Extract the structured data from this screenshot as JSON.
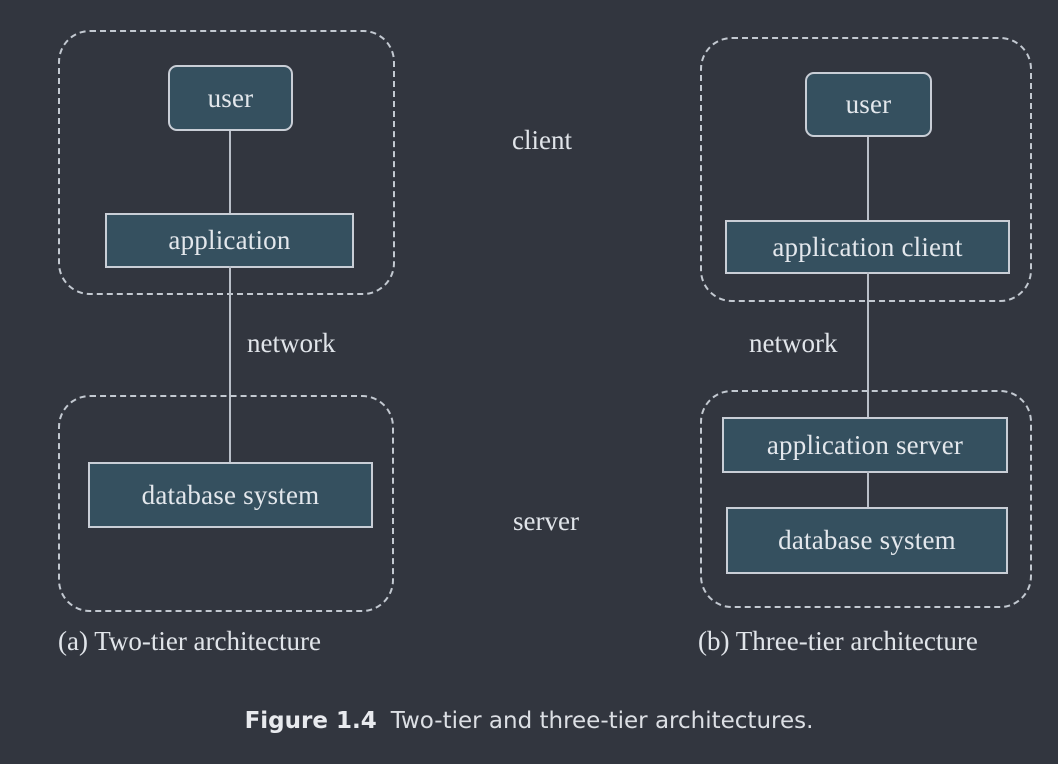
{
  "figure": {
    "caption_label": "Figure 1.4",
    "caption_text": "Two-tier and three-tier architectures.",
    "background_color": "#32363f",
    "node_fill_color": "#35505f",
    "node_border_color": "#c9ced6",
    "text_color": "#e1e5ea",
    "dashed_border_color": "#c3c9d1"
  },
  "tier_labels": {
    "client": "client",
    "server": "server"
  },
  "diagrams": [
    {
      "id": "two-tier",
      "subcaption": "(a) Two-tier architecture",
      "network_label": "network",
      "tiers": [
        {
          "id": "client-tier",
          "nodes": [
            {
              "id": "user",
              "label": "user",
              "shape": "rounded-rect"
            },
            {
              "id": "application",
              "label": "application",
              "shape": "rect"
            }
          ]
        },
        {
          "id": "server-tier",
          "nodes": [
            {
              "id": "database-system",
              "label": "database system",
              "shape": "rect"
            }
          ]
        }
      ]
    },
    {
      "id": "three-tier",
      "subcaption": "(b) Three-tier architecture",
      "network_label": "network",
      "tiers": [
        {
          "id": "client-tier",
          "nodes": [
            {
              "id": "user",
              "label": "user",
              "shape": "rounded-rect"
            },
            {
              "id": "application-client",
              "label": "application client",
              "shape": "rect"
            }
          ]
        },
        {
          "id": "server-tier",
          "nodes": [
            {
              "id": "application-server",
              "label": "application server",
              "shape": "rect"
            },
            {
              "id": "database-system",
              "label": "database system",
              "shape": "rect"
            }
          ]
        }
      ]
    }
  ]
}
